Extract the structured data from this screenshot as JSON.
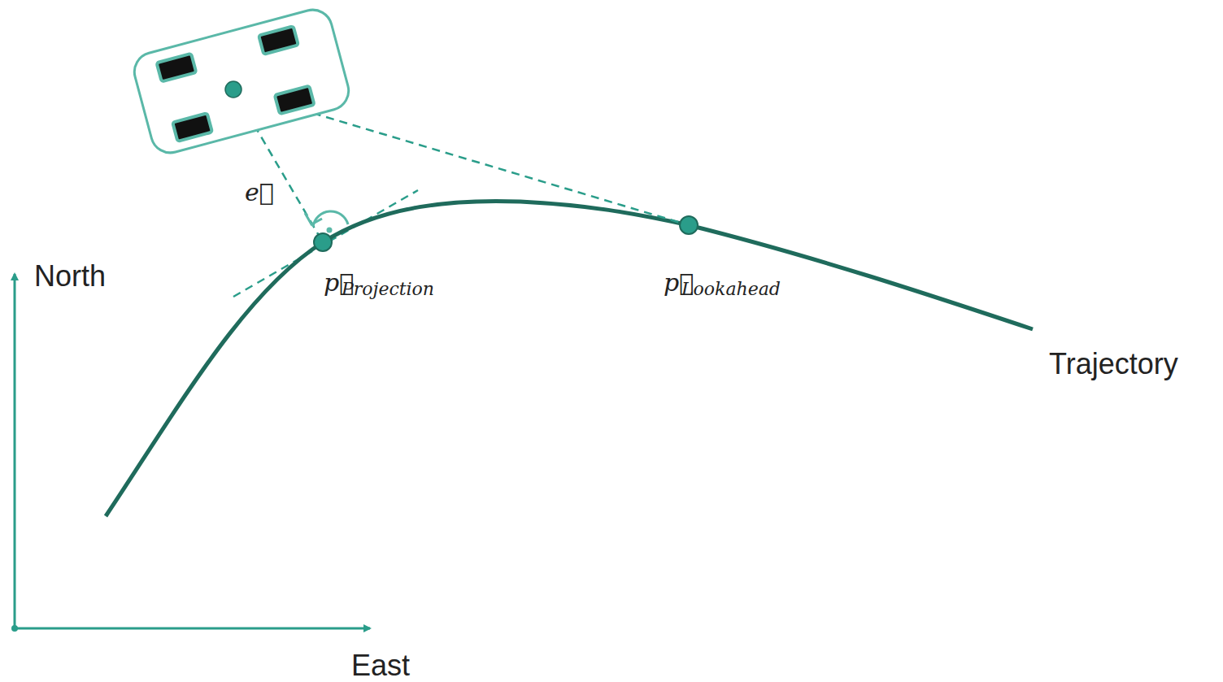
{
  "diagram": {
    "labels": [
      "North",
      "East",
      "Trajectory",
      "e⃗",
      "p⃗",
      "Projection",
      "p⃗",
      "Lookahead"
    ]
  }
}
